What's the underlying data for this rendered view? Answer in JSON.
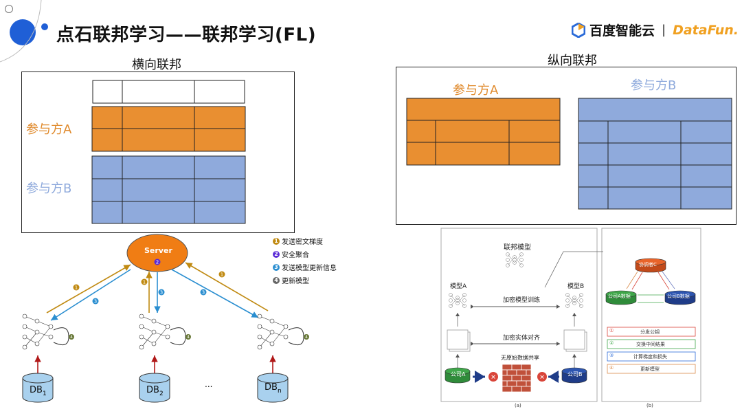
{
  "header": {
    "title": "点石联邦学习——联邦学习(FL)",
    "logo_baidu": "百度智能云",
    "logo_separator": "|",
    "logo_datafun": "DataFun."
  },
  "horizontal": {
    "heading": "横向联邦",
    "party_a": "参与方A",
    "party_b": "参与方B"
  },
  "vertical": {
    "heading": "纵向联邦",
    "party_a": "参与方A",
    "party_b": "参与方B"
  },
  "server_diagram": {
    "server_label": "Server",
    "legend": [
      {
        "num": "1",
        "text": "发送密文梯度",
        "color": "#c08a12"
      },
      {
        "num": "2",
        "text": "安全聚合",
        "color": "#5a2bd6"
      },
      {
        "num": "3",
        "text": "发送模型更新信息",
        "color": "#2a8ed0"
      },
      {
        "num": "4",
        "text": "更新模型",
        "color": "#666"
      }
    ],
    "db1": "DB",
    "db1_sub": "1",
    "db2": "DB",
    "db2_sub": "2",
    "dbn": "DB",
    "dbn_sub": "n",
    "ellipsis": "..."
  },
  "vfl_figure": {
    "fed_model": "联邦模型",
    "model_a": "模型A",
    "model_b": "模型B",
    "enc_train": "加密模型训练",
    "enc_align": "加密实体对齐",
    "no_share": "无原始数据共享",
    "company_a": "公司A",
    "company_b": "公司B",
    "caption_a": "(a)",
    "coordinator": "协调者C",
    "company_a_data": "公司A数据",
    "company_b_data": "公司B数据",
    "steps": [
      "分发公钥",
      "交换中间结果",
      "计算梯度和损失",
      "更新模型"
    ],
    "step_nums": [
      "①",
      "②",
      "③",
      "④"
    ],
    "caption_b": "(b)"
  },
  "colors": {
    "orange": "#e98f31",
    "blue": "#8faadc",
    "party_a_text": "#e08a2c",
    "party_b_text": "#8faadc",
    "accent_blue": "#1f5fd6"
  }
}
